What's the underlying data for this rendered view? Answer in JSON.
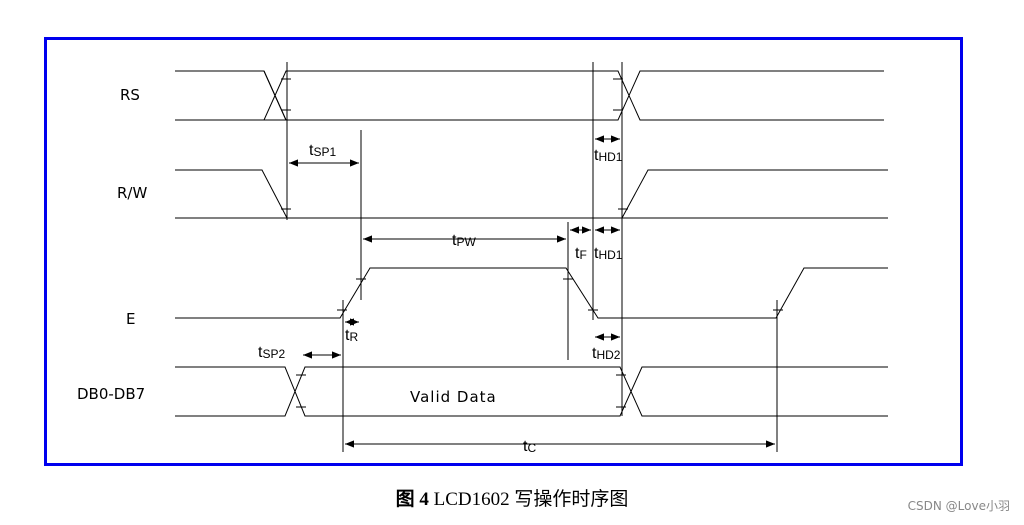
{
  "signals": {
    "rs": "RS",
    "rw": "R/W",
    "e": "E",
    "db": "DB0-DB7"
  },
  "timings": {
    "sp1": {
      "main": "t",
      "sub": "SP1"
    },
    "hd1_top": {
      "main": "t",
      "sub": "HD1"
    },
    "pw": {
      "main": "t",
      "sub": "PW"
    },
    "f": {
      "main": "t",
      "sub": "F"
    },
    "hd1_mid": {
      "main": "t",
      "sub": "HD1"
    },
    "r": {
      "main": "t",
      "sub": "R"
    },
    "sp2": {
      "main": "t",
      "sub": "SP2"
    },
    "hd2": {
      "main": "t",
      "sub": "HD2"
    },
    "c": {
      "main": "t",
      "sub": "C"
    }
  },
  "data_label": "Valid Data",
  "caption": {
    "figure": "图 4",
    "text": " LCD1602 写操作时序图"
  },
  "watermark": "CSDN @Love小羽",
  "colors": {
    "frame": "#0000ee",
    "line": "#000000"
  }
}
